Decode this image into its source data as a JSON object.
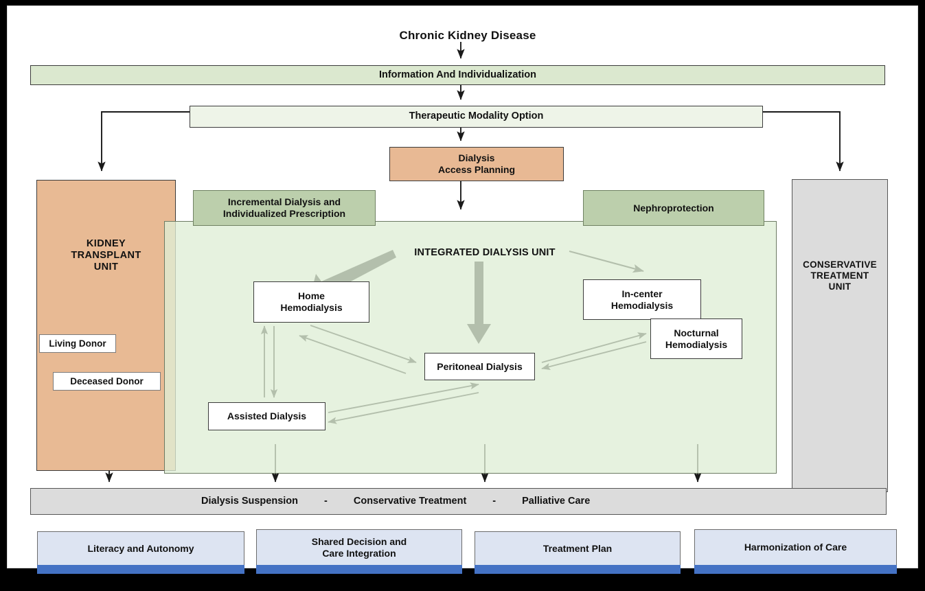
{
  "diagram": {
    "title": "Chronic Kidney Disease",
    "info_band": "Information And Individualization",
    "modality_option": "Therapeutic Modality Option",
    "access_planning": {
      "line1": "Dialysis",
      "line2": "Access Planning"
    },
    "transplant_unit": {
      "label": "KIDNEY\nTRANSPLANT\nUNIT",
      "living_donor": "Living Donor",
      "deceased_donor": "Deceased Donor"
    },
    "green_tabs": {
      "incremental_line1": "Incremental Dialysis and",
      "incremental_line2": "Individualized Prescription",
      "nephroprotection": "Nephroprotection"
    },
    "integrated_unit": {
      "title": "INTEGRATED DIALYSIS UNIT",
      "modalities": [
        {
          "line1": "Home",
          "line2": "Hemodialysis"
        },
        {
          "line1": "In-center",
          "line2": "Hemodialysis"
        },
        {
          "line1": "Nocturnal",
          "line2": "Hemodialysis"
        },
        {
          "line1": "Peritoneal Dialysis",
          "line2": ""
        },
        {
          "line1": "Assisted Dialysis",
          "line2": ""
        }
      ]
    },
    "conservative_unit": {
      "label": "CONSERVATIVE\nTREATMENT\nUNIT"
    },
    "outcome_bar": {
      "item1": "Dialysis Suspension",
      "sep1": "-",
      "item2": "Conservative Treatment",
      "sep2": "-",
      "item3": "Palliative Care"
    },
    "footer_cards": [
      {
        "line1": "Literacy and Autonomy",
        "line2": ""
      },
      {
        "line1": "Shared Decision and",
        "line2": "Care Integration"
      },
      {
        "line1": "Treatment Plan",
        "line2": ""
      },
      {
        "line1": "Harmonization of Care",
        "line2": ""
      }
    ],
    "colors": {
      "orange": "#E8BA94",
      "green_band": "#DBE8CF",
      "green_pale": "#EEF4E8",
      "green_tab": "#BCCFAC",
      "panel_green": "#DFEED6",
      "grey": "#DCDCDC",
      "blue_card": "#DDE4F2",
      "blue_bar": "#4472C4",
      "stroke": "#3A3A3A"
    }
  }
}
